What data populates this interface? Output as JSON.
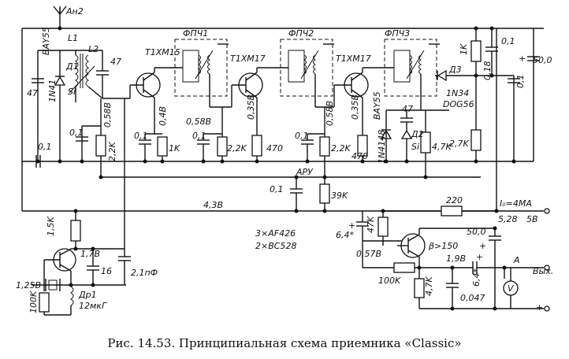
{
  "figure": {
    "caption": "Рис. 14.53. Принципиальная схема приемника «Classic»"
  },
  "labels": {
    "antenna": "Ан2",
    "diode_bay55_left": "BAY55",
    "l1": "L1",
    "l2": "L2",
    "d1": "Д1",
    "d1_type": "1N41",
    "si_left": "Si",
    "c47_left": "47",
    "c47_l2": "47",
    "t1": "T1XM15",
    "t2": "T1XM17",
    "t3": "T1XM17",
    "fpch1": "ФПЧ1",
    "fpch2": "ФПЧ2",
    "fpch3": "ФПЧ3",
    "v_058_1": "0,58В",
    "v_04": "0,4В",
    "v_058_2": "0,58В",
    "v_035_1": "0,35В",
    "v_058_3": "0,58В",
    "v_035_2": "0,35В",
    "r_22k_1": "2,2K",
    "c01_1": "0,1",
    "r_1k_1": "1K",
    "c01_2": "0,1",
    "r_22k_2": "2,2K",
    "r_470_1": "470",
    "c01_3": "0,1",
    "r_22k_3": "2,2K",
    "c01_4": "0,1",
    "r_470_2": "470",
    "d_1n4148": "1N4148",
    "bay55_right": "BAY55",
    "c47_right": "47",
    "d2": "Д2",
    "si_right": "Si",
    "r_47k": "4,7K",
    "r_27k": "2,7K",
    "r_1k_top": "1K",
    "c01_top1": "0,1",
    "c01_top2": "0,1",
    "c50_top": "50,0",
    "v_018": "0,18",
    "d3": "Д3",
    "d3_type1": "1N34",
    "d3_type2": "DOG56",
    "c01_left": "0,1",
    "aru": "АРУ",
    "c01_aru": "0,1",
    "r_39k": "39K",
    "v_43": "4,3В",
    "r_15k": "1,5K",
    "v_17": "1,7В",
    "c16": "16",
    "c21pf": "2,1пФ",
    "v_125": "1,25В",
    "r_100k_left": "100K",
    "dr1": "Др1",
    "dr1_val": "12мкГ",
    "transistors_1": "3×AF426",
    "transistors_2": "2×BC528",
    "r_220": "220",
    "i0": "I₀=4MA",
    "v_528": "5,28",
    "v_5": "5В",
    "c64_star_1": "6,4*",
    "r_47k_out": "47K",
    "v_057": "0,57В",
    "beta": "β>150",
    "c50_out": "50,0",
    "v_19": "1,9В",
    "r_100k_out": "100K",
    "r_47k_b": "4,7K",
    "c64_star_2": "6,4*",
    "c0047": "0,047",
    "node_a": "A",
    "out_label": "Вых.",
    "meter": "V",
    "plus_1": "+",
    "plus_2": "+",
    "plus_3": "+",
    "plus_4": "+",
    "plus_5": "+"
  }
}
